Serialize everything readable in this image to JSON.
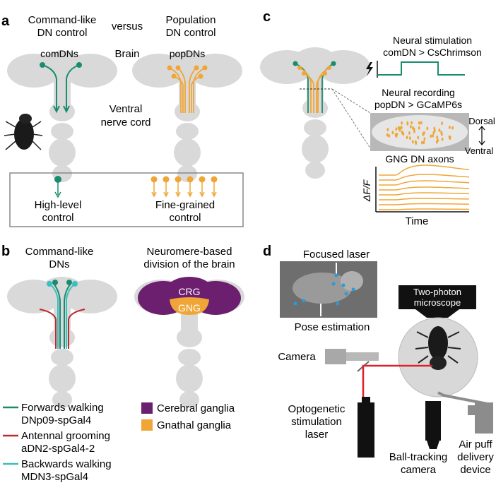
{
  "panel_a": {
    "label": "a",
    "left_title_1": "Command-like",
    "left_title_2": "DN control",
    "versus": "versus",
    "right_title_1": "Population",
    "right_title_2": "DN control",
    "comdns": "comDNs",
    "brain": "Brain",
    "popdns": "popDNs",
    "ventral_1": "Ventral",
    "ventral_2": "nerve cord",
    "legend_high_1": "High-level",
    "legend_high_2": "control",
    "legend_fine_1": "Fine-grained",
    "legend_fine_2": "control"
  },
  "panel_b": {
    "label": "b",
    "left_title_1": "Command-like",
    "left_title_2": "DNs",
    "right_title_1": "Neuromere-based",
    "right_title_2": "division of the brain",
    "crg": "CRG",
    "gng": "GNG",
    "legend": [
      {
        "line1": "Forwards walking",
        "line2": "DNp09-spGal4",
        "color": "#1a8c6e"
      },
      {
        "line1": "Antennal grooming",
        "line2": "aDN2-spGal4-2",
        "color": "#c0282d"
      },
      {
        "line1": "Backwards walking",
        "line2": "MDN3-spGal4",
        "color": "#3bbfbf"
      }
    ],
    "ganglia": [
      {
        "label": "Cerebral ganglia",
        "color": "#6b1f6e"
      },
      {
        "label": "Gnathal ganglia",
        "color": "#f0a637"
      }
    ]
  },
  "panel_c": {
    "label": "c",
    "stim_title_1": "Neural stimulation",
    "stim_title_2": "comDN > CsChrimson",
    "rec_title_1": "Neural recording",
    "rec_title_2": "popDN > GCaMP6s",
    "dorsal": "Dorsal",
    "ventral": "Ventral",
    "axons": "GNG DN axons",
    "ylabel": "ΔF/F",
    "xlabel": "Time"
  },
  "panel_d": {
    "label": "d",
    "focused_laser": "Focused laser",
    "pose": "Pose estimation",
    "microscope_1": "Two-photon",
    "microscope_2": "microscope",
    "camera": "Camera",
    "opto_1": "Optogenetic",
    "opto_2": "stimulation",
    "opto_3": "laser",
    "ball_1": "Ball-tracking",
    "ball_2": "camera",
    "air_1": "Air puff",
    "air_2": "delivery",
    "air_3": "device"
  },
  "colors": {
    "brain_gray": "#d9d9d9",
    "comdn_green": "#1a8c6e",
    "popdn_orange": "#f0a637",
    "red": "#c0282d",
    "cyan": "#3bbfbf",
    "purple": "#6b1f6e",
    "laser_red": "#e0202a",
    "dot_blue": "#2a9bd8"
  }
}
